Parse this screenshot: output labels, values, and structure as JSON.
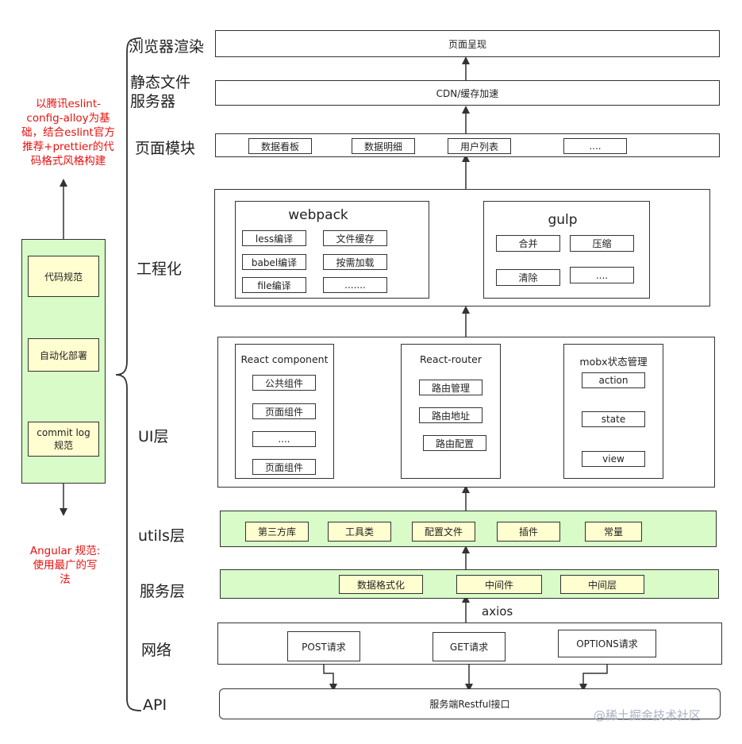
{
  "layers": {
    "browser": "浏览器渲染",
    "static_files": "静态文件\n服务器",
    "page_module": "页面模块",
    "engineering": "工程化",
    "ui": "UI层",
    "utils": "utils层",
    "service": "服务层",
    "network": "网络",
    "api": "API"
  },
  "left_panel": {
    "top_note": "以腾讯eslint-config-alloy为基础，结合eslint官方推荐+prettier的代码格式风格构建",
    "items": [
      "代码规范",
      "自动化部署",
      "commit log\n规范"
    ],
    "bottom_note": "Angular 规范:\n使用最广的写\n法"
  },
  "browser": {
    "label": "页面呈现"
  },
  "cdn": {
    "label": "CDN/缓存加速"
  },
  "modules": [
    "数据看板",
    "数据明细",
    "用户列表",
    "...."
  ],
  "engineering": {
    "webpack": {
      "title": "webpack",
      "items": [
        "less编译",
        "文件缓存",
        "babel编译",
        "按需加载",
        "file编译",
        "......."
      ]
    },
    "gulp": {
      "title": "gulp",
      "items": [
        "合并",
        "压缩",
        "清除",
        "...."
      ]
    }
  },
  "ui": {
    "react_component": {
      "title": "React component",
      "items": [
        "公共组件",
        "页面组件",
        "....",
        "页面组件"
      ]
    },
    "react_router": {
      "title": "React-router",
      "items": [
        "路由管理",
        "路由地址",
        "路由配置"
      ]
    },
    "mobx": {
      "title": "mobx状态管理",
      "items": [
        "action",
        "state",
        "view"
      ]
    }
  },
  "utils": [
    "第三方库",
    "工具类",
    "配置文件",
    "插件",
    "常量"
  ],
  "service": [
    "数据格式化",
    "中间件",
    "中间层"
  ],
  "axios_label": "axios",
  "network": [
    "POST请求",
    "GET请求",
    "OPTIONS请求"
  ],
  "api": {
    "label": "服务端Restful接口"
  },
  "watermark": "@稀土掘金技术社区"
}
